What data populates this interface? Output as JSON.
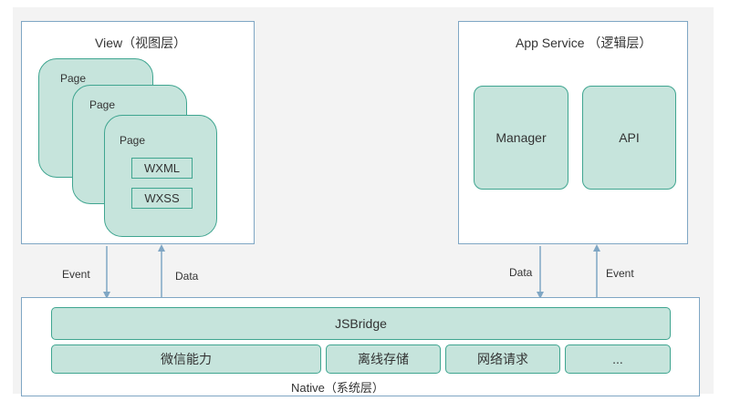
{
  "view_layer": {
    "title": "View（视图层）",
    "pages": [
      {
        "label": "Page"
      },
      {
        "label": "Page"
      },
      {
        "label": "Page"
      }
    ],
    "files": [
      "WXML",
      "WXSS"
    ]
  },
  "logic_layer": {
    "title": "App Service （逻辑层）",
    "modules": [
      "Manager",
      "API"
    ]
  },
  "native_layer": {
    "title": "Native（系统层）",
    "bridge": "JSBridge",
    "capabilities": [
      "微信能力",
      "离线存储",
      "网络请求",
      "..."
    ]
  },
  "arrows": {
    "view_event": "Event",
    "view_data": "Data",
    "service_data": "Data",
    "service_event": "Event"
  },
  "colors": {
    "panel_border": "#7fa6c4",
    "box_fill": "#c6e4dc",
    "box_border": "#3fa590",
    "background": "#f3f3f3"
  }
}
